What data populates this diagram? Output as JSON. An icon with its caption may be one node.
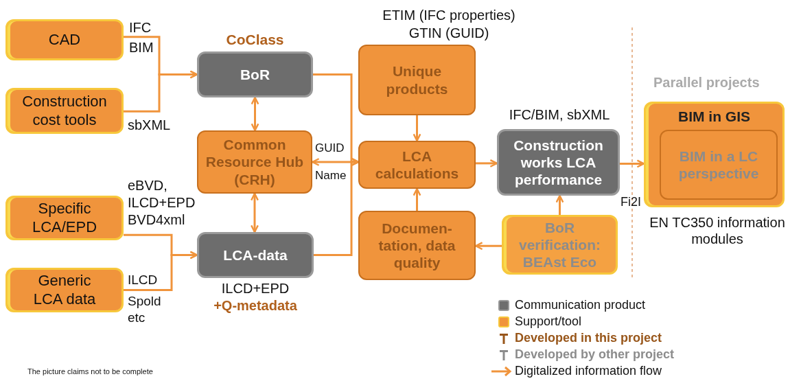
{
  "diagram": {
    "nodes": [
      {
        "text": [
          "CAD"
        ]
      },
      {
        "text": [
          "Construction cost tools"
        ]
      },
      {
        "text": [
          "Specific LCA/EPD"
        ]
      },
      {
        "text": [
          "Generic LCA data"
        ]
      },
      {
        "text": [
          "BoR"
        ],
        "beside": [
          "CoClass"
        ]
      },
      {
        "text": [
          "Common Resource Hub (CRH)"
        ]
      },
      {
        "text": [
          "LCA-data"
        ],
        "beside": [
          "ILCD+EPD",
          "+Q-metadata"
        ]
      },
      {
        "text": [
          "Unique products"
        ],
        "beside": [
          "ETIM (IFC properties)",
          "GTIN (GUID)"
        ]
      },
      {
        "text": [
          "LCA calculations"
        ]
      },
      {
        "text": [
          "Construction works LCA performance"
        ],
        "beside": [
          "IFC/BIM, sbXML"
        ]
      },
      {
        "text": [
          "Documen- tation, data quality"
        ]
      },
      {
        "text": [
          "BoR verification: BEAst Eco"
        ]
      },
      {
        "text": [
          "BIM in GIS"
        ],
        "beside": [
          "EN TC350 information modules"
        ]
      },
      {
        "text": [
          "BIM in a LC perspective"
        ],
        "in": 12
      }
    ],
    "edges": [
      {
        "from": 0,
        "to": 4,
        "arrow": "to"
      },
      {
        "from": 1,
        "to": 4,
        "arrow": "to"
      },
      {
        "from": 4,
        "to": 5,
        "arrow": "both"
      },
      {
        "from": 5,
        "to": 6,
        "arrow": "both"
      },
      {
        "from": 2,
        "to": 6,
        "arrow": "to"
      },
      {
        "from": 3,
        "to": 6,
        "arrow": "to"
      },
      {
        "from": 5,
        "to": 8,
        "arrow": "both"
      },
      {
        "from": 4,
        "to": 8,
        "arrow": "to"
      },
      {
        "from": 6,
        "to": 8,
        "arrow": "to"
      },
      {
        "from": 7,
        "to": 8,
        "arrow": "to"
      },
      {
        "from": 10,
        "to": 8,
        "arrow": "to"
      },
      {
        "from": 8,
        "to": 9,
        "arrow": "to"
      },
      {
        "from": 11,
        "to": 9,
        "arrow": "to"
      },
      {
        "from": 11,
        "to": 10,
        "arrow": "to"
      },
      {
        "from": 9,
        "to": 12,
        "arrow": "to"
      }
    ],
    "labels": [
      "IFC",
      "BIM",
      "sbXML",
      "eBVD,",
      "ILCD+EPD",
      "BVD4xml",
      "ILCD",
      "Spold",
      "etc",
      "GUID",
      "Name",
      "Parallel projects",
      "Fi2I",
      "The picture claims not to be complete"
    ],
    "legend": [
      {
        "text": "Communication product",
        "color": "#6d6d6d"
      },
      {
        "text": "Support/tool",
        "color": "#f0943c"
      },
      {
        "text": "Developed in this project"
      },
      {
        "text": "Developed by other project"
      },
      {
        "text": "Digitalized information flow"
      }
    ]
  }
}
